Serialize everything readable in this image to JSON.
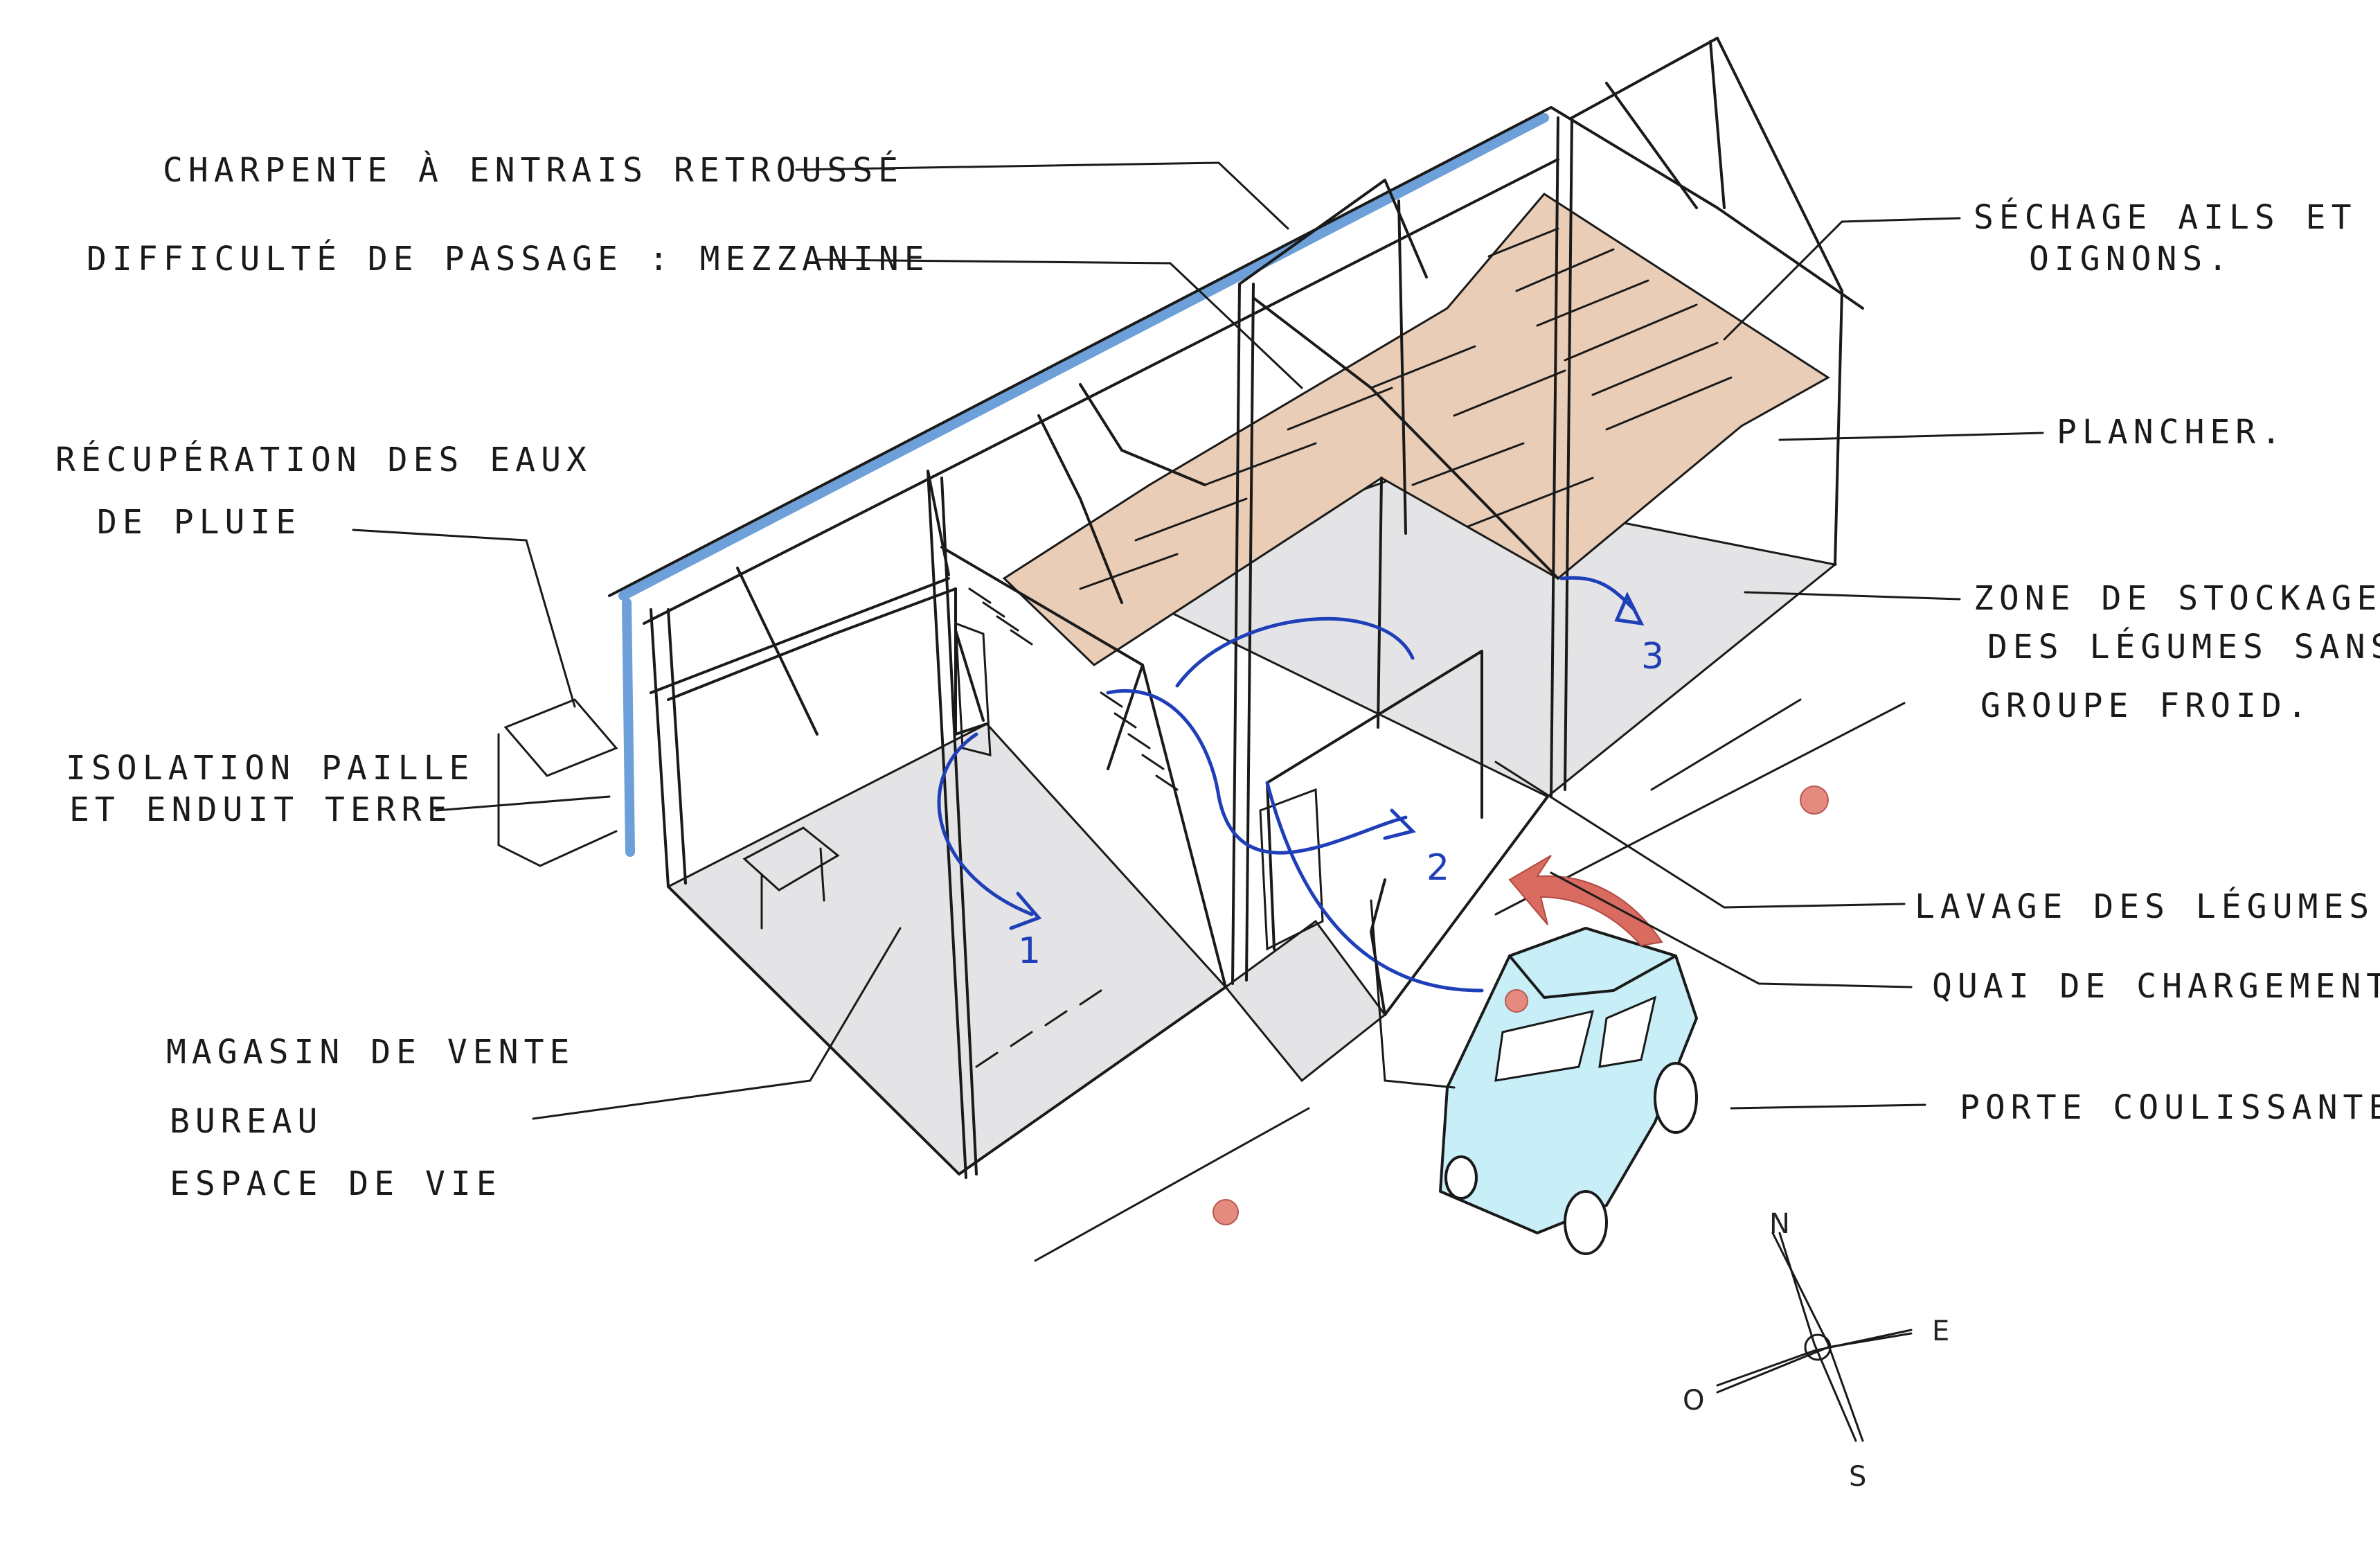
{
  "labels": {
    "charpente": "CHARPENTE À ENTRAIS RETROUSSÉ",
    "mezzanine": "DIFFICULTÉ DE PASSAGE : MEZZANINE",
    "recup_1": "RÉCUPÉRATION DES EAUX",
    "recup_2": "DE PLUIE",
    "isolation_1": "ISOLATION PAILLE",
    "isolation_2": "ET ENDUIT TERRE",
    "magasin_1": "MAGASIN DE VENTE",
    "magasin_2": "BUREAU",
    "magasin_3": "ESPACE DE VIE",
    "sechage_1": "SÉCHAGE AILS ET",
    "sechage_2": "OIGNONS.",
    "plancher": "PLANCHER.",
    "stockage_1": "ZONE DE STOCKAGE",
    "stockage_2": "DES LÉGUMES SANS",
    "stockage_3": "GROUPE FROID.",
    "lavage": "LAVAGE DES LÉGUMES",
    "quai": "QUAI DE CHARGEMENT.",
    "porte": "PORTE COULISSANTE"
  },
  "flow_numbers": {
    "one": "1",
    "two": "2",
    "three": "3"
  },
  "compass": {
    "north": "N",
    "east": "E",
    "south": "S",
    "west": "O"
  },
  "colors": {
    "ink": "#1a1a1a",
    "gutter": "#6d9fd8",
    "flow": "#1f3fb8",
    "floor": "#e4e4e6",
    "mezzanine_floor": "#e9cdb7",
    "car": "#c8eef7",
    "marker": "#e58a7f",
    "swing_arrow": "#d96b61"
  }
}
